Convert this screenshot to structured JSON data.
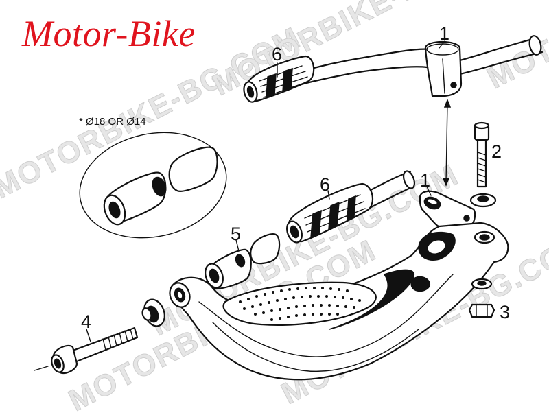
{
  "brand": {
    "title": "Motor-Bike",
    "color": "#e0141e"
  },
  "watermark": {
    "text": "MOTORBIKE-BG.COM"
  },
  "note": {
    "text": "* Ø18 OR Ø14"
  },
  "callouts": {
    "c1_top": "1",
    "c6_top": "6",
    "c2": "2",
    "c1_mid": "1",
    "c6_mid": "6",
    "c5": "5",
    "c4": "4",
    "c3": "3"
  }
}
